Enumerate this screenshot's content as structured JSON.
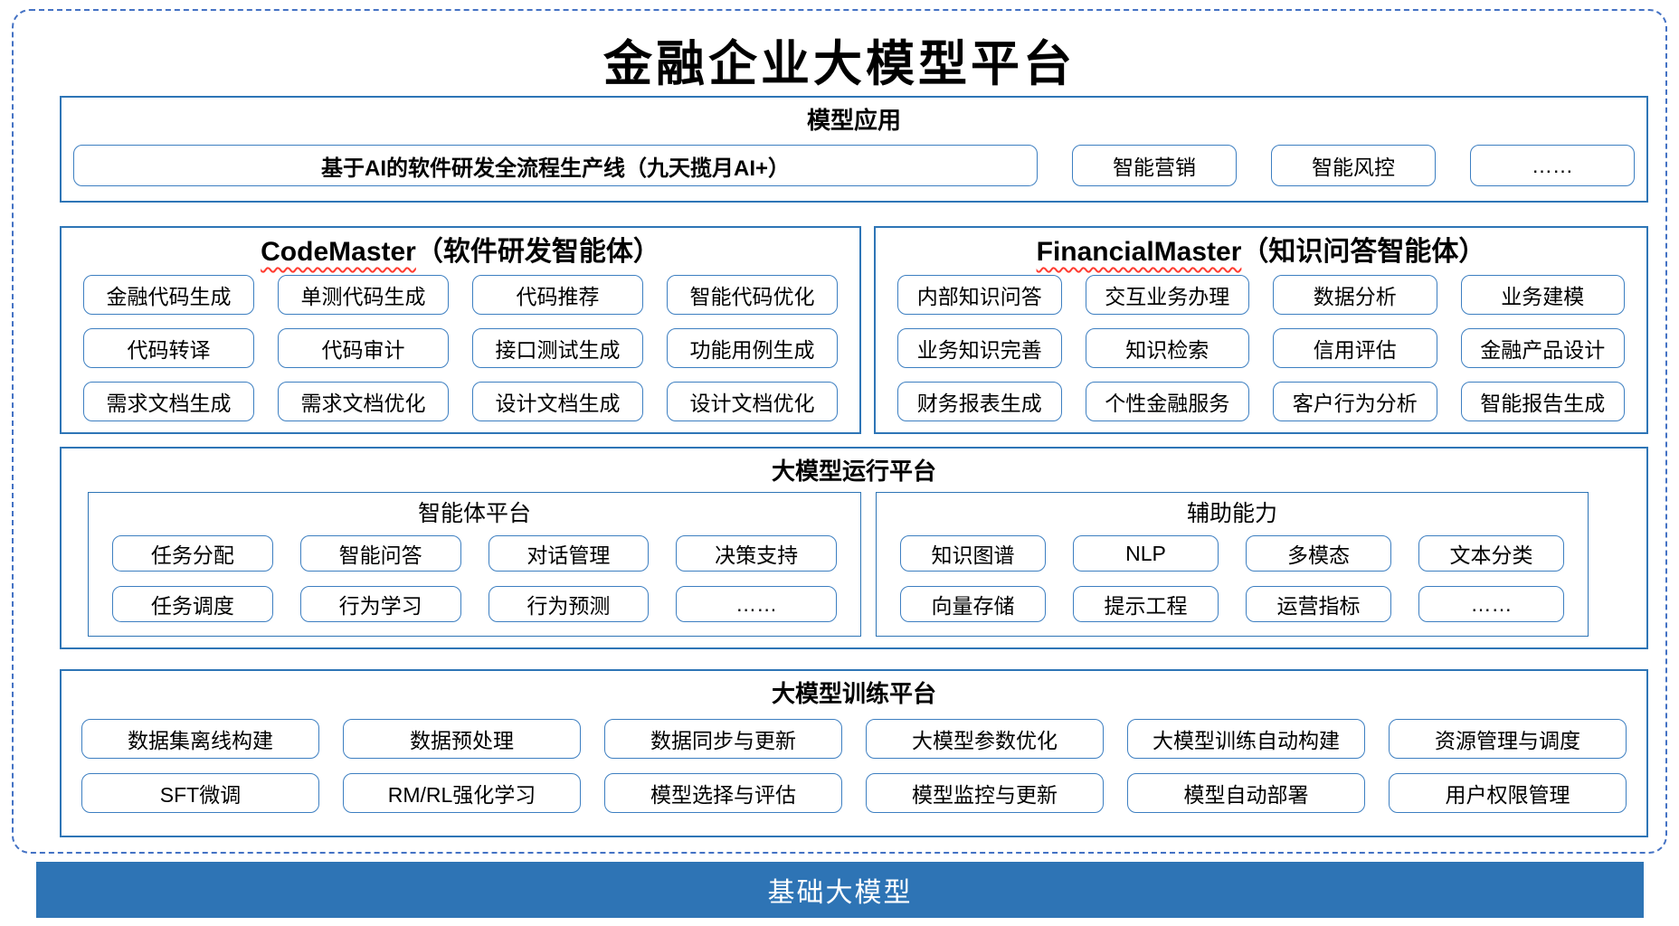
{
  "title": "金融企业大模型平台",
  "colors": {
    "accent_border": "#2E75B6",
    "node_border": "#3D7FC1",
    "outer_dashed": "#4472C4",
    "foundation_bar": "#2E74B5",
    "spellcheck_squiggle": "#FF3B30"
  },
  "sections": {
    "model_app": {
      "title": "模型应用",
      "wide_item": "基于AI的软件研发全流程生产线（九天揽月AI+）",
      "items": [
        "智能营销",
        "智能风控",
        "……"
      ]
    },
    "code_master": {
      "title_en": "CodeMaster",
      "title_zh": "（软件研发智能体）",
      "items": [
        "金融代码生成",
        "单测代码生成",
        "代码推荐",
        "智能代码优化",
        "代码转译",
        "代码审计",
        "接口测试生成",
        "功能用例生成",
        "需求文档生成",
        "需求文档优化",
        "设计文档生成",
        "设计文档优化"
      ]
    },
    "financial_master": {
      "title_en": "FinancialMaster",
      "title_zh": "（知识问答智能体）",
      "items": [
        "内部知识问答",
        "交互业务办理",
        "数据分析",
        "业务建模",
        "业务知识完善",
        "知识检索",
        "信用评估",
        "金融产品设计",
        "财务报表生成",
        "个性金融服务",
        "客户行为分析",
        "智能报告生成"
      ]
    },
    "runtime": {
      "title": "大模型运行平台",
      "agent_platform": {
        "title": "智能体平台",
        "items": [
          "任务分配",
          "智能问答",
          "对话管理",
          "决策支持",
          "任务调度",
          "行为学习",
          "行为预测",
          "……"
        ]
      },
      "aux": {
        "title": "辅助能力",
        "items": [
          "知识图谱",
          "NLP",
          "多模态",
          "文本分类",
          "向量存储",
          "提示工程",
          "运营指标",
          "……"
        ]
      }
    },
    "training": {
      "title": "大模型训练平台",
      "items": [
        "数据集离线构建",
        "数据预处理",
        "数据同步与更新",
        "大模型参数优化",
        "大模型训练自动构建",
        "资源管理与调度",
        "SFT微调",
        "RM/RL强化学习",
        "模型选择与评估",
        "模型监控与更新",
        "模型自动部署",
        "用户权限管理"
      ]
    },
    "foundation": {
      "title": "基础大模型"
    }
  }
}
